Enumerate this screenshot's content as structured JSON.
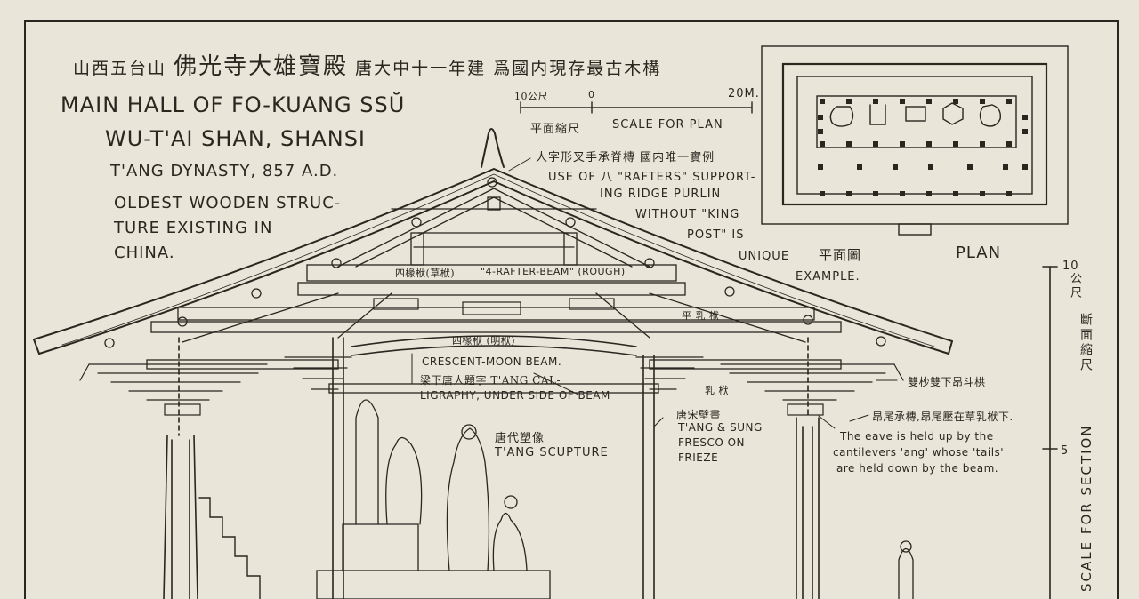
{
  "title_cn_small_1": "山西五台山",
  "title_cn_big": "佛光寺大雄寶殿",
  "title_cn_small_2": "唐大中十一年建",
  "title_cn_small_3": "爲國内現存最古木構",
  "title_en": {
    "line1": "MAIN HALL OF FO-KUANG SSŬ",
    "line2": "WU-T'AI SHAN, SHANSI",
    "line3": "T'ANG DYNASTY, 857 A.D.",
    "line4": "OLDEST WOODEN STRUC-",
    "line5": "TURE EXISTING IN",
    "line6": "CHINA."
  },
  "plan_scale": {
    "left_tick": "10公尺",
    "zero": "0",
    "right_tick": "20M.",
    "cn_label": "平面縮尺",
    "en_label": "SCALE FOR PLAN"
  },
  "plan": {
    "cn_label": "平面圖",
    "en_label": "PLAN"
  },
  "rafters_note": {
    "cn": "人字形叉手承脊槫 國内唯一實例",
    "line1": "USE OF 八 \"RAFTERS\" SUPPORT-",
    "line2": "ING RIDGE PURLIN",
    "line3": "WITHOUT \"KING",
    "line4": "POST\" IS",
    "line5": "UNIQUE",
    "line6": "EXAMPLE."
  },
  "beam_labels": {
    "four_rafter": "四椽栿(草栿)",
    "four_rafter_en": "\"4-RAFTER-BEAM\" (ROUGH)",
    "upper_ru": "平 乳 栿",
    "four_rafter_ming": "四椽栿 (明栿)",
    "lower_ru": "乳 栿"
  },
  "crescent_note": {
    "line1": "CRESCENT-MOON BEAM.",
    "line2": "梁下唐人題字 T'ANG CAL-",
    "line3": "LIGRAPHY, UNDER SIDE OF BEAM"
  },
  "fresco_note": {
    "cn": "唐宋壁畫",
    "line1": "T'ANG & SUNG",
    "line2": "FRESCO ON",
    "line3": "FRIEZE"
  },
  "sculpture_note": {
    "cn": "唐代塑像",
    "en": "T'ANG SCUPTURE"
  },
  "bracket_note": {
    "cn": "雙杪雙下昂斗栱"
  },
  "eave_note": {
    "cn": "昂尾承槫,昂尾壓在草乳栿下.",
    "line1": "The eave is held up by the",
    "line2": "cantilevers 'ang' whose 'tails'",
    "line3": "are held down by the beam."
  },
  "section_scale": {
    "top": "10",
    "cn_unit": "公尺",
    "cn_label": "斷面縮尺",
    "mid": "5",
    "en_label": "SCALE FOR SECTION"
  },
  "colors": {
    "paper": "#e9e5d8",
    "ink": "#2a2620"
  }
}
